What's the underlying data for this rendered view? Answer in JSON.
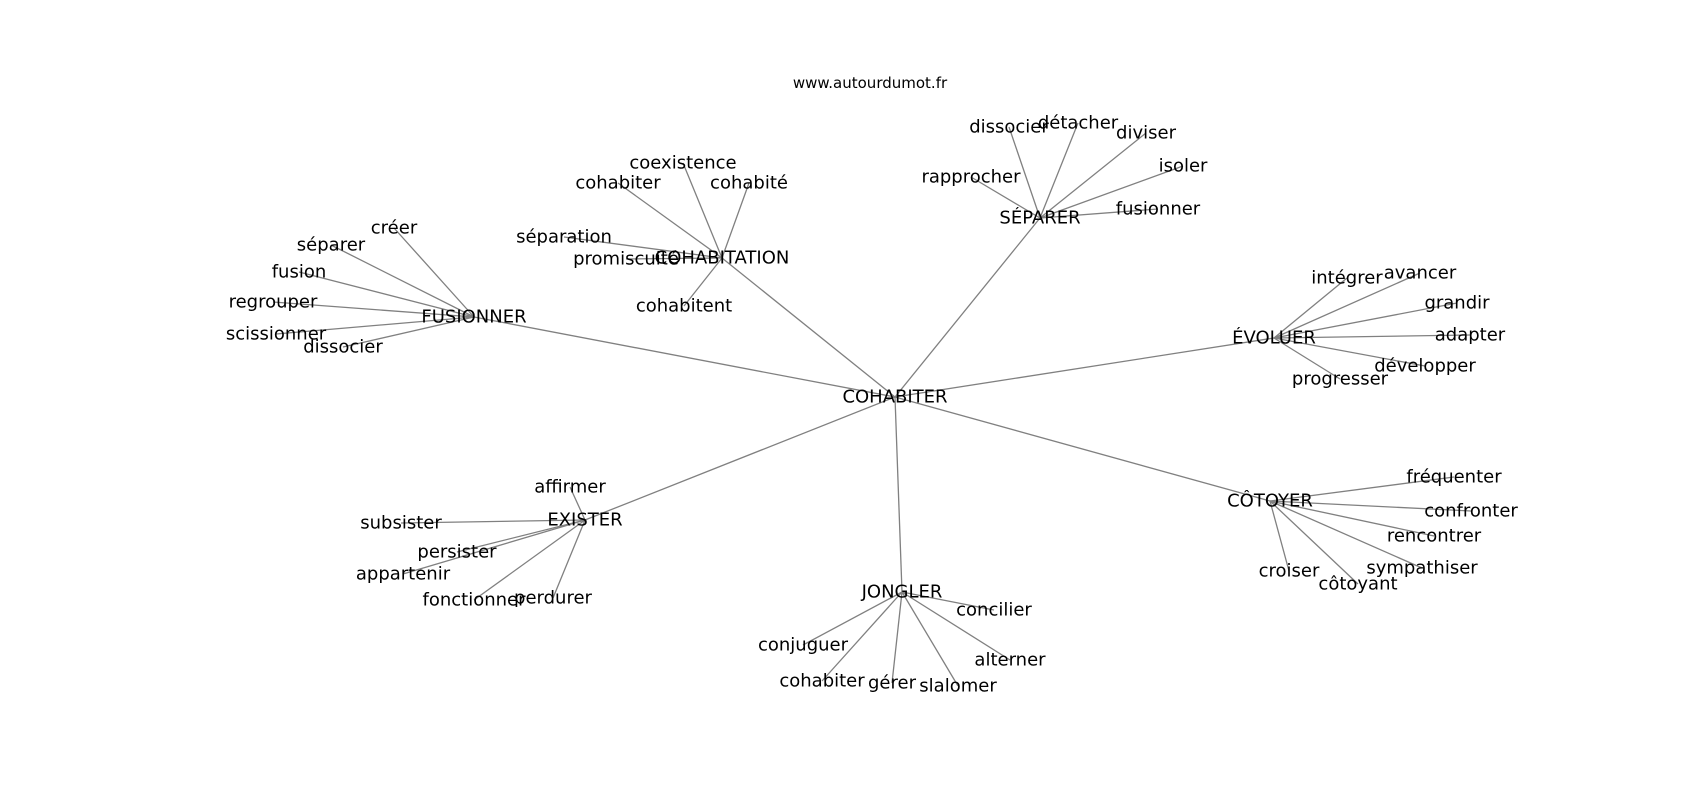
{
  "source": "www.autourdumot.fr",
  "colors": {
    "edge": "#808080",
    "text": "#000000",
    "background": "#ffffff"
  },
  "nodes": [
    {
      "id": "cohabiter_center",
      "label": "COHABITER",
      "level": "root"
    },
    {
      "id": "cohabitation",
      "label": "COHABITATION",
      "level": "hub"
    },
    {
      "id": "separer",
      "label": "SÉPARER",
      "level": "hub"
    },
    {
      "id": "fusionner",
      "label": "FUSIONNER",
      "level": "hub"
    },
    {
      "id": "evoluer",
      "label": "ÉVOLUER",
      "level": "hub"
    },
    {
      "id": "cotoyer",
      "label": "CÔTOYER",
      "level": "hub"
    },
    {
      "id": "exister",
      "label": "EXISTER",
      "level": "hub"
    },
    {
      "id": "jongler",
      "label": "JONGLER",
      "level": "hub"
    },
    {
      "id": "coexistence",
      "label": "coexistence",
      "level": "leaf"
    },
    {
      "id": "cohabiter_c",
      "label": "cohabiter",
      "level": "leaf"
    },
    {
      "id": "cohabite",
      "label": "cohabité",
      "level": "leaf"
    },
    {
      "id": "separation",
      "label": "séparation",
      "level": "leaf"
    },
    {
      "id": "promiscuite",
      "label": "promiscuité",
      "level": "leaf"
    },
    {
      "id": "cohabitent",
      "label": "cohabitent",
      "level": "leaf"
    },
    {
      "id": "dissocier_s",
      "label": "dissocier",
      "level": "leaf"
    },
    {
      "id": "detacher",
      "label": "détacher",
      "level": "leaf"
    },
    {
      "id": "diviser",
      "label": "diviser",
      "level": "leaf"
    },
    {
      "id": "isoler",
      "label": "isoler",
      "level": "leaf"
    },
    {
      "id": "rapprocher",
      "label": "rapprocher",
      "level": "leaf"
    },
    {
      "id": "fusionner_s",
      "label": "fusionner",
      "level": "leaf"
    },
    {
      "id": "creer",
      "label": "créer",
      "level": "leaf"
    },
    {
      "id": "separer_f",
      "label": "séparer",
      "level": "leaf"
    },
    {
      "id": "fusion",
      "label": "fusion",
      "level": "leaf"
    },
    {
      "id": "regrouper",
      "label": "regrouper",
      "level": "leaf"
    },
    {
      "id": "scissionner",
      "label": "scissionner",
      "level": "leaf"
    },
    {
      "id": "dissocier_f",
      "label": "dissocier",
      "level": "leaf"
    },
    {
      "id": "integrer",
      "label": "intégrer",
      "level": "leaf"
    },
    {
      "id": "avancer",
      "label": "avancer",
      "level": "leaf"
    },
    {
      "id": "grandir",
      "label": "grandir",
      "level": "leaf"
    },
    {
      "id": "adapter",
      "label": "adapter",
      "level": "leaf"
    },
    {
      "id": "developper",
      "label": "développer",
      "level": "leaf"
    },
    {
      "id": "progresser",
      "label": "progresser",
      "level": "leaf"
    },
    {
      "id": "frequenter",
      "label": "fréquenter",
      "level": "leaf"
    },
    {
      "id": "confronter",
      "label": "confronter",
      "level": "leaf"
    },
    {
      "id": "rencontrer",
      "label": "rencontrer",
      "level": "leaf"
    },
    {
      "id": "sympathiser",
      "label": "sympathiser",
      "level": "leaf"
    },
    {
      "id": "croiser",
      "label": "croiser",
      "level": "leaf"
    },
    {
      "id": "cotoyant",
      "label": "côtoyant",
      "level": "leaf"
    },
    {
      "id": "affirmer",
      "label": "affirmer",
      "level": "leaf"
    },
    {
      "id": "subsister",
      "label": "subsister",
      "level": "leaf"
    },
    {
      "id": "persister",
      "label": "persister",
      "level": "leaf"
    },
    {
      "id": "appartenir",
      "label": "appartenir",
      "level": "leaf"
    },
    {
      "id": "fonctionner",
      "label": "fonctionner",
      "level": "leaf"
    },
    {
      "id": "perdurer",
      "label": "perdurer",
      "level": "leaf"
    },
    {
      "id": "concilier",
      "label": "concilier",
      "level": "leaf"
    },
    {
      "id": "conjuguer",
      "label": "conjuguer",
      "level": "leaf"
    },
    {
      "id": "alterner",
      "label": "alterner",
      "level": "leaf"
    },
    {
      "id": "cohabiter_j",
      "label": "cohabiter",
      "level": "leaf"
    },
    {
      "id": "gerer",
      "label": "gérer",
      "level": "leaf"
    },
    {
      "id": "slalomer",
      "label": "slalomer",
      "level": "leaf"
    }
  ],
  "edges": [
    [
      "cohabiter_center",
      "cohabitation"
    ],
    [
      "cohabiter_center",
      "separer"
    ],
    [
      "cohabiter_center",
      "fusionner"
    ],
    [
      "cohabiter_center",
      "evoluer"
    ],
    [
      "cohabiter_center",
      "cotoyer"
    ],
    [
      "cohabiter_center",
      "exister"
    ],
    [
      "cohabiter_center",
      "jongler"
    ],
    [
      "cohabitation",
      "coexistence"
    ],
    [
      "cohabitation",
      "cohabiter_c"
    ],
    [
      "cohabitation",
      "cohabite"
    ],
    [
      "cohabitation",
      "separation"
    ],
    [
      "cohabitation",
      "promiscuite"
    ],
    [
      "cohabitation",
      "cohabitent"
    ],
    [
      "separer",
      "dissocier_s"
    ],
    [
      "separer",
      "detacher"
    ],
    [
      "separer",
      "diviser"
    ],
    [
      "separer",
      "isoler"
    ],
    [
      "separer",
      "rapprocher"
    ],
    [
      "separer",
      "fusionner_s"
    ],
    [
      "fusionner",
      "creer"
    ],
    [
      "fusionner",
      "separer_f"
    ],
    [
      "fusionner",
      "fusion"
    ],
    [
      "fusionner",
      "regrouper"
    ],
    [
      "fusionner",
      "scissionner"
    ],
    [
      "fusionner",
      "dissocier_f"
    ],
    [
      "evoluer",
      "integrer"
    ],
    [
      "evoluer",
      "avancer"
    ],
    [
      "evoluer",
      "grandir"
    ],
    [
      "evoluer",
      "adapter"
    ],
    [
      "evoluer",
      "developper"
    ],
    [
      "evoluer",
      "progresser"
    ],
    [
      "cotoyer",
      "frequenter"
    ],
    [
      "cotoyer",
      "confronter"
    ],
    [
      "cotoyer",
      "rencontrer"
    ],
    [
      "cotoyer",
      "sympathiser"
    ],
    [
      "cotoyer",
      "croiser"
    ],
    [
      "cotoyer",
      "cotoyant"
    ],
    [
      "exister",
      "affirmer"
    ],
    [
      "exister",
      "subsister"
    ],
    [
      "exister",
      "persister"
    ],
    [
      "exister",
      "appartenir"
    ],
    [
      "exister",
      "fonctionner"
    ],
    [
      "exister",
      "perdurer"
    ],
    [
      "jongler",
      "concilier"
    ],
    [
      "jongler",
      "conjuguer"
    ],
    [
      "jongler",
      "alterner"
    ],
    [
      "jongler",
      "cohabiter_j"
    ],
    [
      "jongler",
      "gerer"
    ],
    [
      "jongler",
      "slalomer"
    ]
  ]
}
